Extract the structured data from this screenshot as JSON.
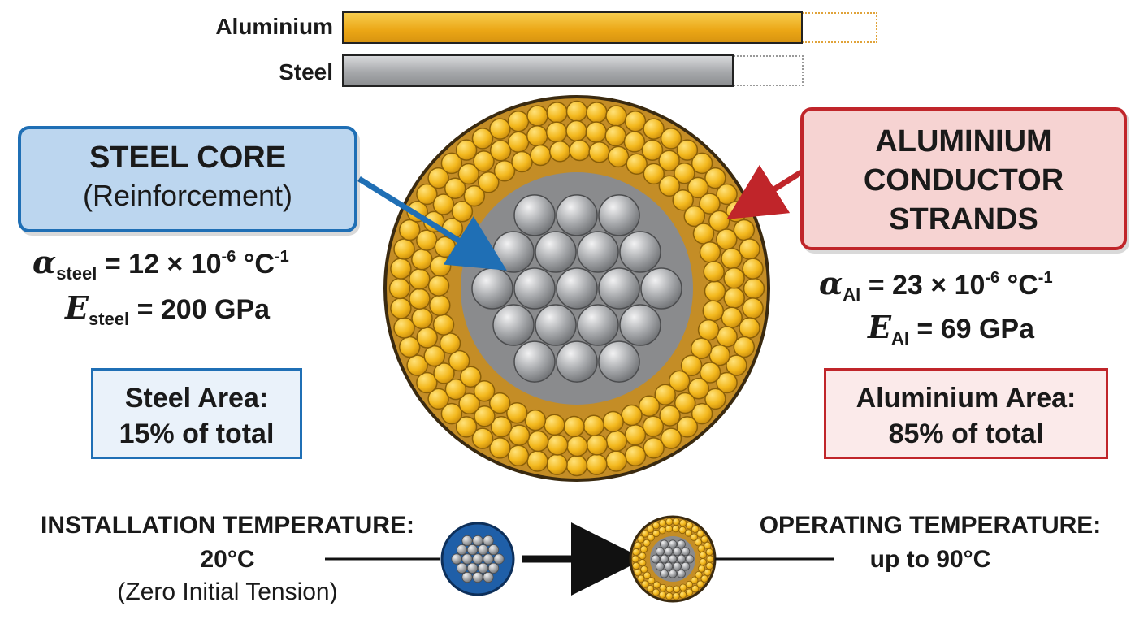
{
  "bars": {
    "aluminium": {
      "label": "Aluminium",
      "fill": "#f2b51c"
    },
    "steel": {
      "label": "Steel",
      "fill": "#a9abae"
    }
  },
  "steel": {
    "callout_title": "STEEL CORE",
    "callout_subtitle": "(Reinforcement)",
    "alpha_symbol": "α",
    "alpha_sub": "steel",
    "alpha_value": "= 12 × 10",
    "alpha_exp": "-6",
    "alpha_unit": "°C",
    "alpha_unit_exp": "-1",
    "e_symbol": "E",
    "e_sub": "steel",
    "e_value": "= 200 GPa",
    "area_line1": "Steel Area:",
    "area_line2": "15% of total",
    "color": "#1f6fb5",
    "box_fill": "#bcd6ef"
  },
  "aluminium": {
    "callout_line1": "ALUMINIUM",
    "callout_line2": "CONDUCTOR",
    "callout_line3": "STRANDS",
    "alpha_symbol": "α",
    "alpha_sub": "Al",
    "alpha_value": "= 23 × 10",
    "alpha_exp": "-6",
    "alpha_unit": "°C",
    "alpha_unit_exp": "-1",
    "e_symbol": "E",
    "e_sub": "Al",
    "e_value": "= 69 GPa",
    "area_line1": "Aluminium Area:",
    "area_line2": "85% of total",
    "color": "#c0252a",
    "box_fill": "#f6d3d2"
  },
  "installation": {
    "title": "INSTALLATION TEMPERATURE:",
    "value": "20°C",
    "note": "(Zero Initial Tension)"
  },
  "operating": {
    "title": "OPERATING TEMPERATURE:",
    "value": "up to 90°C"
  }
}
